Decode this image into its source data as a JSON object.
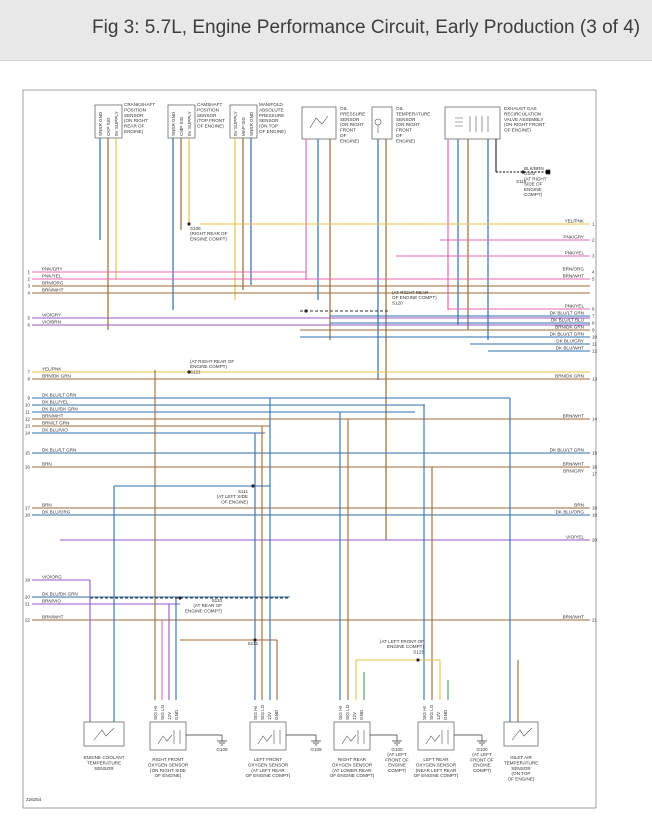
{
  "header": {
    "title": "Fig 3: 5.7L, Engine Performance Circuit, Early Production (3 of 4)"
  },
  "diagram_id": "226254",
  "components": [
    {
      "key": "ckp",
      "lines": [
        "CRANKSHAFT",
        "POSITION",
        "SENSOR",
        "(ON RIGHT",
        "REAR OF",
        "ENGINE)"
      ],
      "pins": [
        "SNSR GND",
        "CKP SIG",
        "5V SUPPLY"
      ]
    },
    {
      "key": "cmp",
      "lines": [
        "CAMSHAFT",
        "POSITION",
        "SENSOR",
        "(TOP FRONT",
        "OF ENGINE)"
      ],
      "pins": [
        "SNSR GND",
        "CMP SIG",
        "5V SUPPLY"
      ]
    },
    {
      "key": "map",
      "lines": [
        "MANIFOLD",
        "ABSOLUTE",
        "PRESSURE",
        "SENSOR",
        "(ON TOP",
        "OF ENGINE)"
      ],
      "pins": [
        "5V SUPPLY",
        "MAP SIG",
        "SNSR GND"
      ]
    },
    {
      "key": "ops",
      "lines": [
        "OIL",
        "PRESSURE",
        "SENSOR",
        "(ON RIGHT",
        "FRONT",
        "OF",
        "ENGINE)"
      ],
      "pins": []
    },
    {
      "key": "ots",
      "lines": [
        "OIL",
        "TEMPERATURE",
        "SENSOR",
        "(ON RIGHT",
        "FRONT",
        "OF",
        "ENGINE)"
      ],
      "pins": []
    },
    {
      "key": "egr",
      "lines": [
        "EXHAUST GAS",
        "RECIRCULATION",
        "VALVE ASSEMBLY",
        "(ON RIGHT FRONT",
        "OF ENGINE)"
      ],
      "pins": []
    },
    {
      "key": "ect",
      "lines": [
        "ENGINE COOLANT",
        "TEMPERATURE",
        "SENSOR"
      ],
      "pins": []
    },
    {
      "key": "rfo2",
      "lines": [
        "RIGHT FRONT",
        "OXYGEN SENSOR",
        "(ON RIGHT SIDE",
        "OF ENGINE)"
      ],
      "pins": [
        "SIG HI",
        "SIG LO",
        "12V",
        "GND"
      ]
    },
    {
      "key": "lfo2",
      "lines": [
        "LEFT FRONT",
        "OXYGEN SENSOR",
        "(AT LEFT REAR",
        "OF ENGINE COMPT)"
      ],
      "pins": [
        "SIG HI",
        "SIG LO",
        "12V",
        "GND"
      ]
    },
    {
      "key": "rro2",
      "lines": [
        "RIGHT REAR",
        "OXYGEN SENSOR",
        "(AT LOWER REAR",
        "OF ENGINE COMPT)"
      ],
      "pins": [
        "SIG HI",
        "SIG LO",
        "12V",
        "GND"
      ]
    },
    {
      "key": "lro2",
      "lines": [
        "LEFT REAR",
        "OXYGEN SENSOR",
        "(NEAR LEFT REAR",
        "OF ENGINE COMPT)"
      ],
      "pins": [
        "SIG HI",
        "SIG LO",
        "12V",
        "GND"
      ]
    },
    {
      "key": "iat",
      "lines": [
        "INLET AIR",
        "TEMPERATURE",
        "SENSOR",
        "(ON TOP",
        "OF ENGINE)"
      ],
      "pins": []
    }
  ],
  "splices": [
    {
      "id": "S106",
      "lines": [
        "S106",
        "(RIGHT REAR OF",
        "ENGINE COMPT)"
      ]
    },
    {
      "id": "S120",
      "lines": [
        "(AT RIGHT REAR",
        "OF ENGINE COMPT)",
        "S120"
      ]
    },
    {
      "id": "S121",
      "lines": [
        "(AT RIGHT REAR OF",
        "ENGINE COMPT)",
        "S121"
      ]
    },
    {
      "id": "S111",
      "lines": [
        "S111",
        "(AT LEFT SIDE",
        "OF ENGINE)"
      ]
    },
    {
      "id": "S110",
      "lines": [
        "S110",
        "(AT REAR OF",
        "ENGINE COMPT)"
      ]
    },
    {
      "id": "S112",
      "lines": [
        "S112"
      ]
    },
    {
      "id": "S125",
      "lines": [
        "(AT LEFT FRONT OF",
        "ENGINE COMPT)",
        "S125"
      ]
    },
    {
      "id": "S115",
      "lines": [
        "S115"
      ]
    },
    {
      "id": "G102",
      "lines": [
        "BLK/BRN",
        "G102",
        "(AT RIGHT",
        "SIDE OF",
        "ENGINE",
        "COMPT)"
      ]
    }
  ],
  "grounds": [
    {
      "id": "G109",
      "lines": [
        "G109"
      ]
    },
    {
      "id": "G109b",
      "lines": [
        "G109"
      ]
    },
    {
      "id": "G100",
      "lines": [
        "G100",
        "(AT LEFT",
        "FRONT OF",
        "ENGINE",
        "COMPT)"
      ]
    },
    {
      "id": "G100b",
      "lines": [
        "G100",
        "(AT LEFT",
        "FRONT OF",
        "ENGINE",
        "COMPT)"
      ]
    }
  ],
  "left_terminals": [
    {
      "num": "1",
      "label": "PNK/GRY"
    },
    {
      "num": "2",
      "label": "PNK/YEL"
    },
    {
      "num": "3",
      "label": "BRN/ORG"
    },
    {
      "num": "4",
      "label": "BRN/WHT"
    },
    {
      "num": "5",
      "label": "VIO/GRY"
    },
    {
      "num": "6",
      "label": "VIO/BRN"
    },
    {
      "num": "7",
      "label": "YEL/PNK"
    },
    {
      "num": "8",
      "label": "BRN/DK GRN"
    },
    {
      "num": "9",
      "label": "DK BLU/LT GRN"
    },
    {
      "num": "10",
      "label": "DK BLU/YEL"
    },
    {
      "num": "11",
      "label": "DK BLU/DK GRN"
    },
    {
      "num": "12",
      "label": "BRN/WHT"
    },
    {
      "num": "13",
      "label": "BRN/LT GRN"
    },
    {
      "num": "14",
      "label": "DK BLU/VIO"
    },
    {
      "num": "15",
      "label": "DK BLU/LT GRN"
    },
    {
      "num": "16",
      "label": "BRN"
    },
    {
      "num": "17",
      "label": "BRN"
    },
    {
      "num": "18",
      "label": "DK BLU/ORG"
    },
    {
      "num": "19",
      "label": "VIO/ORG"
    },
    {
      "num": "20",
      "label": "DK BLU/DK GRN"
    },
    {
      "num": "21",
      "label": "BRN/VIO"
    },
    {
      "num": "22",
      "label": "BRN/WHT"
    }
  ],
  "right_terminals": [
    {
      "num": "1",
      "label": "YEL/PNK"
    },
    {
      "num": "2",
      "label": "PNK/GRY"
    },
    {
      "num": "3",
      "label": "PNK/YEL"
    },
    {
      "num": "4",
      "label": "BRN/ORG"
    },
    {
      "num": "5",
      "label": "BRN/WHT"
    },
    {
      "num": "6",
      "label": "PNK/YEL"
    },
    {
      "num": "7",
      "label": "DK BLU/LT GRN"
    },
    {
      "num": "8",
      "label": "DK BLU/LT BLU"
    },
    {
      "num": "9",
      "label": "BRN/DK GRN"
    },
    {
      "num": "10",
      "label": "DK BLU/LT GRN"
    },
    {
      "num": "11",
      "label": "DK BLU/GRY"
    },
    {
      "num": "12",
      "label": "DK BLU/WHT"
    },
    {
      "num": "13",
      "label": "BRN/DK GRN"
    },
    {
      "num": "14",
      "label": "BRN/WHT"
    },
    {
      "num": "15",
      "label": "DK BLU/LT GRN"
    },
    {
      "num": "16",
      "label": "BRN/WHT"
    },
    {
      "num": "17",
      "label": "BRN/GRY"
    },
    {
      "num": "18",
      "label": "BRN"
    },
    {
      "num": "19",
      "label": "DK BLU/ORG"
    },
    {
      "num": "20",
      "label": "VIO/YEL"
    },
    {
      "num": "21",
      "label": "BRN/WHT"
    }
  ],
  "wire_colors": {
    "pink": "#ec67b5",
    "yellow": "#e9c24a",
    "brown": "#9b6a36",
    "blue": "#2f6fb0",
    "violet": "#9459c2",
    "green": "#4f9c5a",
    "black": "#333333",
    "frame": "#888888"
  }
}
